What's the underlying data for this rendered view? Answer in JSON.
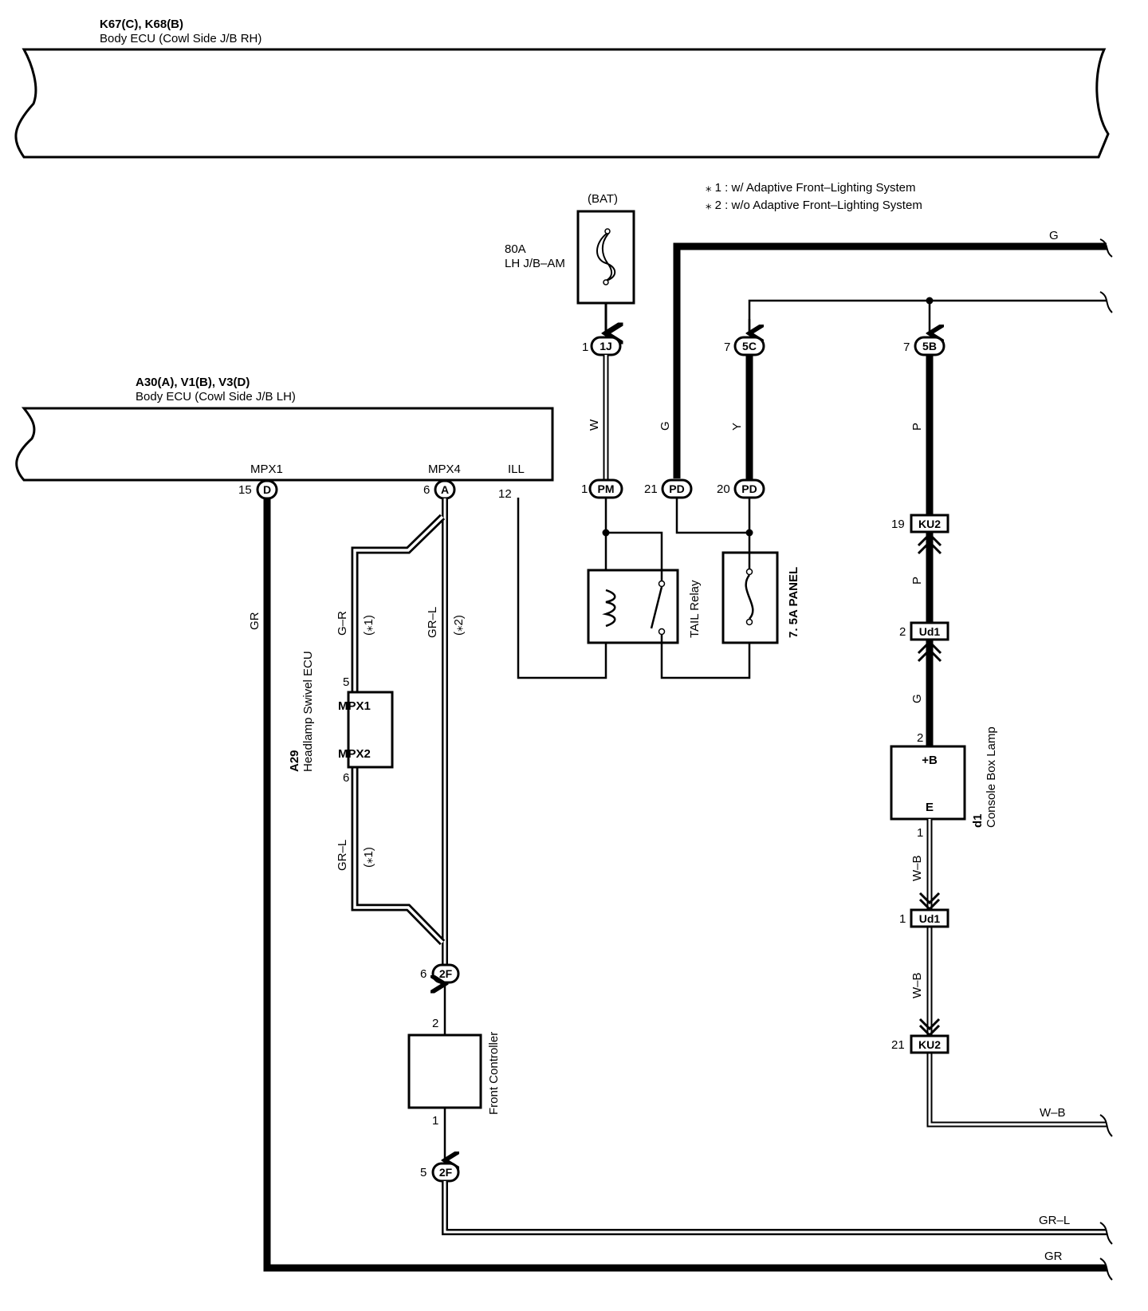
{
  "ecu_rh": {
    "code": "K67(C), K68(B)",
    "name": "Body ECU (Cowl Side J/B RH)"
  },
  "ecu_lh": {
    "code": "A30(A), V1(B), V3(D)",
    "name": "Body ECU (Cowl Side J/B LH)",
    "terminals": {
      "mpx1": "MPX1",
      "mpx4": "MPX4",
      "ill": "ILL"
    }
  },
  "notes": {
    "n1": "⁎ 1 : w/ Adaptive Front–Lighting System",
    "n2": "⁎ 2 : w/o Adaptive Front–Lighting System"
  },
  "battery": {
    "label": "(BAT)",
    "fuse_rating": "80A",
    "fuse_name": "LH J/B–AM"
  },
  "components": {
    "tail_relay": "TAIL Relay",
    "panel_fuse": "7. 5A PANEL",
    "swivel_code": "A29",
    "swivel_name": "Headlamp Swivel ECU",
    "swivel_mpx1": "MPX1",
    "swivel_mpx2": "MPX2",
    "front_controller": "Front Controller",
    "console_code": "d1",
    "console_name": "Console Box Lamp",
    "console_b": "+B",
    "console_e": "E"
  },
  "connectors": {
    "c1J": {
      "pin": "1",
      "id": "1J"
    },
    "c5C": {
      "pin": "7",
      "id": "5C"
    },
    "c5B": {
      "pin": "7",
      "id": "5B"
    },
    "cPM": {
      "pin": "1",
      "id": "PM"
    },
    "cPD21": {
      "pin": "21",
      "id": "PD"
    },
    "cPD20": {
      "pin": "20",
      "id": "PD"
    },
    "cD": {
      "pin": "15",
      "id": "D"
    },
    "cA": {
      "pin": "6",
      "id": "A"
    },
    "ill_pin": "12",
    "cKU2a": {
      "pin": "19",
      "id": "KU2"
    },
    "cUd1a": {
      "pin": "2",
      "id": "Ud1"
    },
    "cUd1b": {
      "pin": "1",
      "id": "Ud1"
    },
    "cKU2b": {
      "pin": "21",
      "id": "KU2"
    },
    "c2Fa": {
      "pin": "6",
      "id": "2F"
    },
    "c2Fb": {
      "pin": "5",
      "id": "2F"
    },
    "swivel_pin5": "5",
    "swivel_pin6": "6",
    "fc_pin2": "2",
    "fc_pin1": "1",
    "console_pin2": "2",
    "console_pin1": "1"
  },
  "wires": {
    "w_g_top": "G",
    "w_wb_out": "W–B",
    "w_grl_out": "GR–L",
    "w_gr_out": "GR",
    "w_w": "W",
    "w_g": "G",
    "w_y": "Y",
    "w_p1": "P",
    "w_p2": "P",
    "w_g2": "G",
    "w_wb1": "W–B",
    "w_wb2": "W–B",
    "w_gr": "GR",
    "w_gr_r": "G–R",
    "w_grl1": "GR–L",
    "w_grl2": "GR–L",
    "note_1a": "(⁎1)",
    "note_2": "(⁎2)",
    "note_1b": "(⁎1)"
  }
}
